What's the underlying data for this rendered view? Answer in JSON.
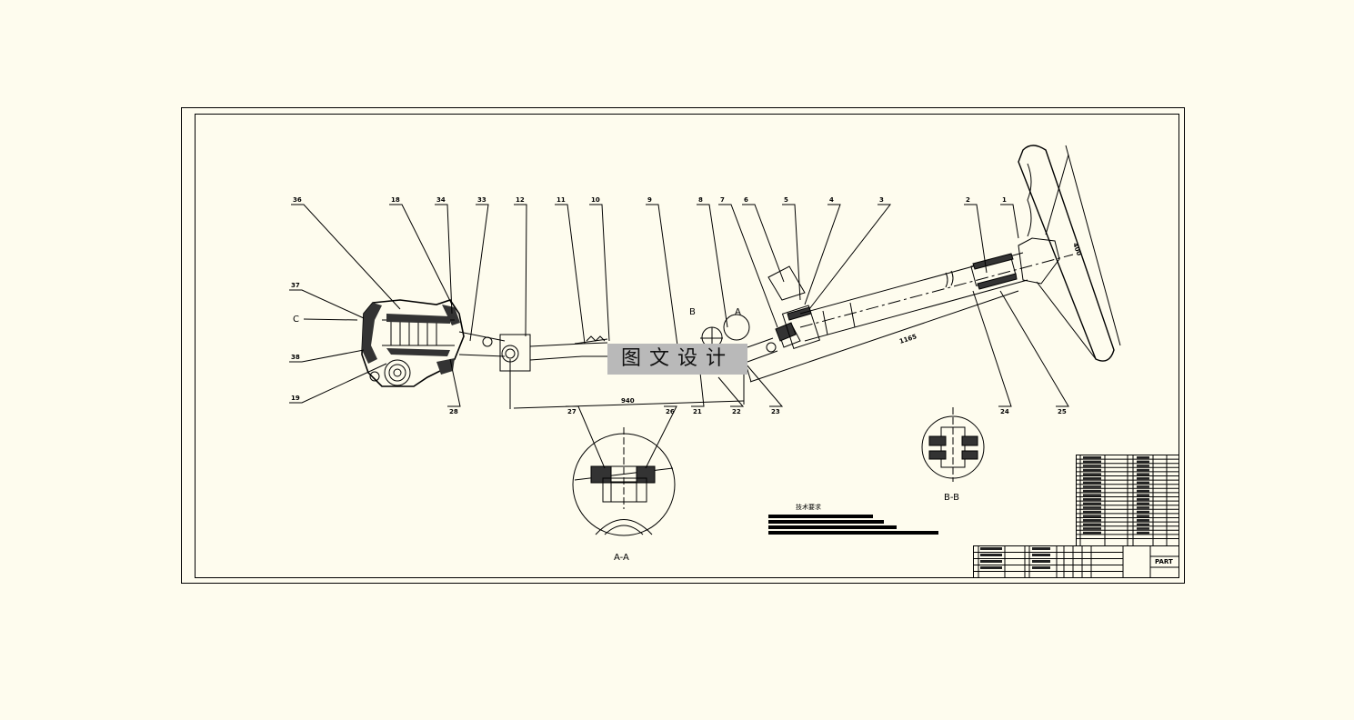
{
  "drawing": {
    "part_labels_top": [
      "36",
      "18",
      "34",
      "33",
      "12",
      "11",
      "10",
      "9",
      "8",
      "7",
      "6",
      "5",
      "4",
      "3",
      "2",
      "1"
    ],
    "part_labels_left": [
      "37",
      "C",
      "38",
      "19"
    ],
    "part_labels_bottom": [
      "28",
      "21",
      "22",
      "23",
      "24",
      "25"
    ],
    "detail_labels": [
      "27",
      "26"
    ],
    "view_markers": {
      "b": "B",
      "a": "A"
    },
    "dimensions": {
      "shaft_length": "940",
      "column_length": "1165",
      "wheel_diameter": "400"
    },
    "section_views": {
      "aa": "A-A",
      "bb": "B-B"
    },
    "technical_requirements_title": "技术要求",
    "title_block_name": "PART"
  },
  "watermark": "图文设计",
  "colors": {
    "paper": "#fefcee",
    "line": "#000000",
    "watermark_bg": "#b9b9b9"
  }
}
